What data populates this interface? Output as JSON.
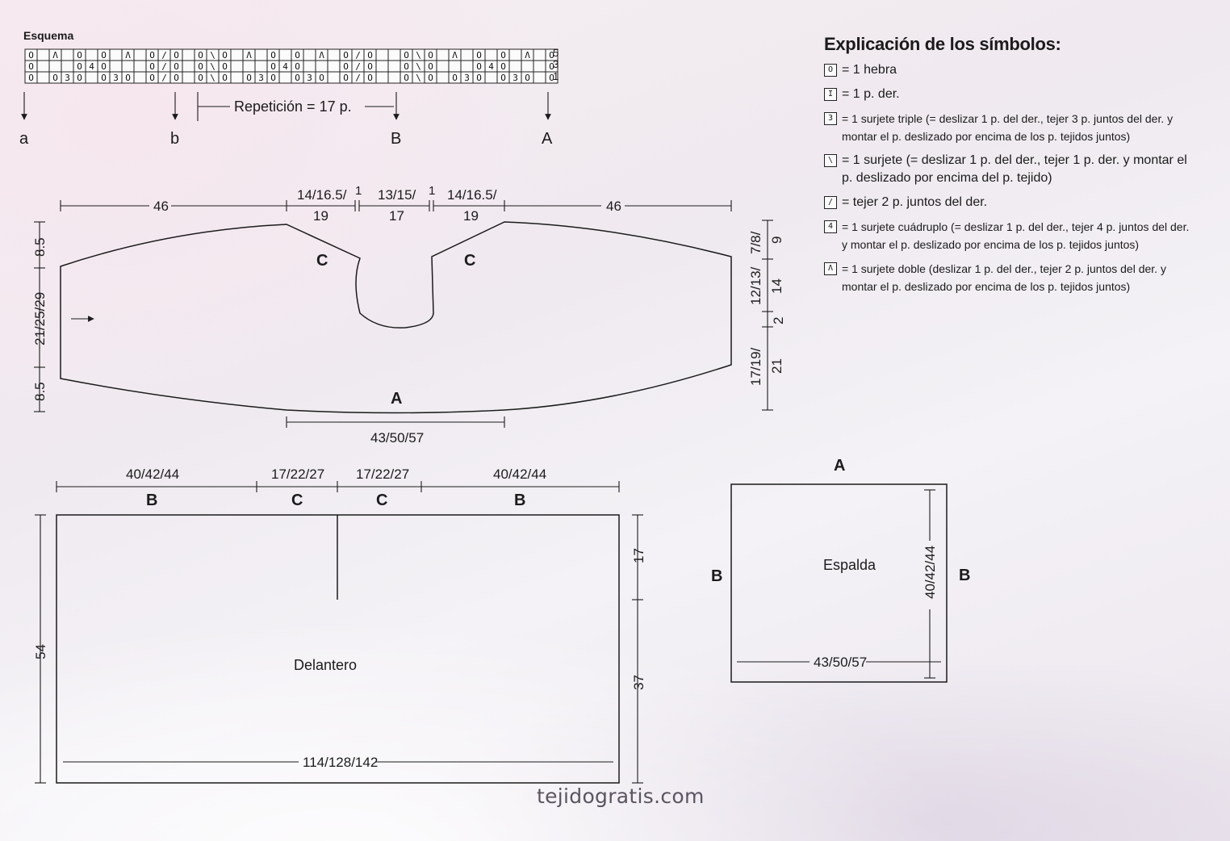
{
  "chart_title": "Esquema",
  "stitch_chart": {
    "row_numbers": [
      "5",
      "3",
      "1"
    ],
    "rows": [
      [
        "O",
        "",
        "Λ",
        "",
        "O",
        "",
        "O",
        "",
        "Λ",
        "",
        "O",
        "/",
        "O",
        "",
        "O",
        "\\",
        "O",
        "",
        "Λ",
        "",
        "O",
        "",
        "O",
        "",
        "Λ",
        "",
        "O",
        "/",
        "O",
        "",
        "",
        "O",
        "\\",
        "O",
        "",
        "Λ",
        "",
        "O",
        "",
        "O",
        "",
        "Λ",
        "",
        "O"
      ],
      [
        "O",
        "",
        "",
        "",
        "O",
        "4",
        "O",
        "",
        "",
        "",
        "O",
        "/",
        "O",
        "",
        "O",
        "\\",
        "O",
        "",
        "",
        "",
        "O",
        "4",
        "O",
        "",
        "",
        "",
        "O",
        "/",
        "O",
        "",
        "",
        "O",
        "\\",
        "O",
        "",
        "",
        "",
        "O",
        "4",
        "O",
        "",
        "",
        "",
        "O"
      ],
      [
        "O",
        "",
        "O",
        "3",
        "O",
        "",
        "O",
        "3",
        "O",
        "",
        "O",
        "/",
        "O",
        "",
        "O",
        "\\",
        "O",
        "",
        "O",
        "3",
        "O",
        "",
        "O",
        "3",
        "O",
        "",
        "O",
        "/",
        "O",
        "",
        "",
        "O",
        "\\",
        "O",
        "",
        "O",
        "3",
        "O",
        "",
        "O",
        "3",
        "O",
        "",
        "O"
      ]
    ]
  },
  "markers": {
    "a": "a",
    "b": "b",
    "B": "B",
    "A": "A",
    "repeat": "Repetición = 17 p."
  },
  "yoke": {
    "top_left": "46",
    "top_right": "46",
    "seg1_top": "14/16.5/",
    "seg1_bottom": "19",
    "sep1": "1",
    "seg2_top": "13/15/",
    "seg2_bottom": "17",
    "sep2": "1",
    "seg3_top": "14/16.5/",
    "seg3_bottom": "19",
    "label_c_left": "C",
    "label_c_right": "C",
    "label_a": "A",
    "bottom_width": "43/50/57",
    "left_top": "8.5",
    "left_mid": "21/25/29",
    "left_bottom": "8.5",
    "right_1a": "7/8/",
    "right_1b": "9",
    "right_2a": "12/13/",
    "right_2b": "14",
    "right_3": "2",
    "right_4a": "17/19/",
    "right_4b": "21"
  },
  "front": {
    "top_b1": "40/42/44",
    "top_c1": "17/22/27",
    "top_c2": "17/22/27",
    "top_b2": "40/42/44",
    "label_b1": "B",
    "label_c1": "C",
    "label_c2": "C",
    "label_b2": "B",
    "name": "Delantero",
    "width": "114/128/142",
    "height": "54",
    "right_upper": "17",
    "right_lower": "37"
  },
  "back": {
    "label_top": "A",
    "label_left": "B",
    "label_right": "B",
    "name": "Espalda",
    "height": "40/42/44",
    "width": "43/50/57"
  },
  "legend": {
    "title": "Explicación de los símbolos:",
    "items": [
      {
        "icon": "yarn-over-symbol",
        "glyph": "O",
        "text": "= 1 hebra"
      },
      {
        "icon": "knit-stitch-symbol",
        "glyph": "I",
        "text": "= 1 p. der."
      },
      {
        "icon": "triple-decrease-symbol",
        "glyph": "3",
        "text": "= 1 surjete triple (= deslizar 1 p. del der., tejer 3 p. juntos del der. y montar el p. deslizado por encima de los p. tejidos juntos)"
      },
      {
        "icon": "ssk-symbol",
        "glyph": "\\",
        "text": "= 1 surjete (= deslizar 1 p. del der., tejer 1 p. der. y montar el p. deslizado por encima del p. tejido)"
      },
      {
        "icon": "k2tog-symbol",
        "glyph": "/",
        "text": "= tejer 2 p. juntos del der."
      },
      {
        "icon": "quadruple-decrease-symbol",
        "glyph": "4",
        "text": "= 1 surjete cuádruplo (= deslizar 1 p. del der., tejer 4 p. juntos del der. y montar el p. deslizado por encima de los p. tejidos juntos)"
      },
      {
        "icon": "double-decrease-symbol",
        "glyph": "Λ",
        "text": "= 1 surjete doble (deslizar 1 p. del der., tejer 2 p. juntos del der. y montar el p. deslizado por encima de los p. tejidos juntos)"
      }
    ]
  },
  "watermark": "tejidogratis.com"
}
